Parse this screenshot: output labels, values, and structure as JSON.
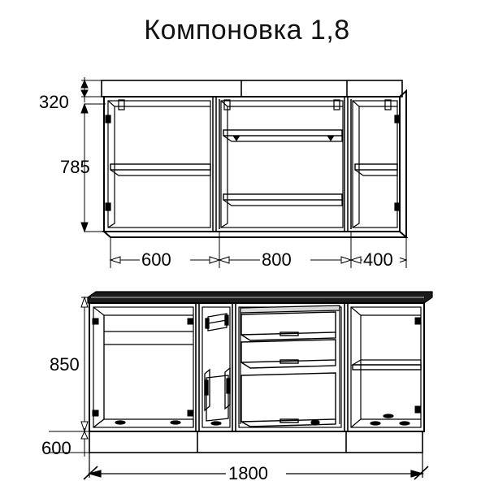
{
  "document": {
    "title": "Компоновка 1,8",
    "type": "technical-drawing",
    "subject": "kitchen-cabinet-layout",
    "line_color": "#000000",
    "background_color": "#ffffff"
  },
  "upper_section": {
    "name": "wall-cabinets",
    "vertical_dimensions": [
      {
        "label": "320",
        "meaning": "top-band-height"
      },
      {
        "label": "785",
        "meaning": "cabinet-body-height"
      }
    ],
    "horizontal_dimensions": [
      {
        "label": "600",
        "meaning": "left-cabinet-width"
      },
      {
        "label": "800",
        "meaning": "center-cabinet-width"
      },
      {
        "label": "400",
        "meaning": "right-cabinet-width"
      }
    ],
    "cabinets": [
      {
        "name": "upper-left-cabinet",
        "width_label": "600",
        "shelves": 1,
        "hinge_side": "left"
      },
      {
        "name": "upper-center-cabinet",
        "width_label": "800",
        "shelves": 2,
        "hinge_side": "lift-up"
      },
      {
        "name": "upper-right-cabinet",
        "width_label": "400",
        "shelves": 1,
        "hinge_side": "right"
      }
    ]
  },
  "lower_section": {
    "name": "base-cabinets",
    "vertical_dimensions": [
      {
        "label": "850",
        "meaning": "base-cabinet-height"
      },
      {
        "label": "600",
        "meaning": "plinth-and-depth"
      }
    ],
    "horizontal_dimensions": [
      {
        "label": "1800",
        "meaning": "total-width"
      }
    ],
    "cabinets": [
      {
        "name": "lower-left-cabinet",
        "contents": "open-door-compartment",
        "hinge_side": "left"
      },
      {
        "name": "lower-pullout-cabinet",
        "contents": "wire-basket-pullout"
      },
      {
        "name": "lower-drawer-cabinet",
        "contents": "three-drawers",
        "drawer_count": 3
      },
      {
        "name": "lower-right-cabinet",
        "contents": "shelf-compartment",
        "hinge_side": "right"
      }
    ]
  }
}
